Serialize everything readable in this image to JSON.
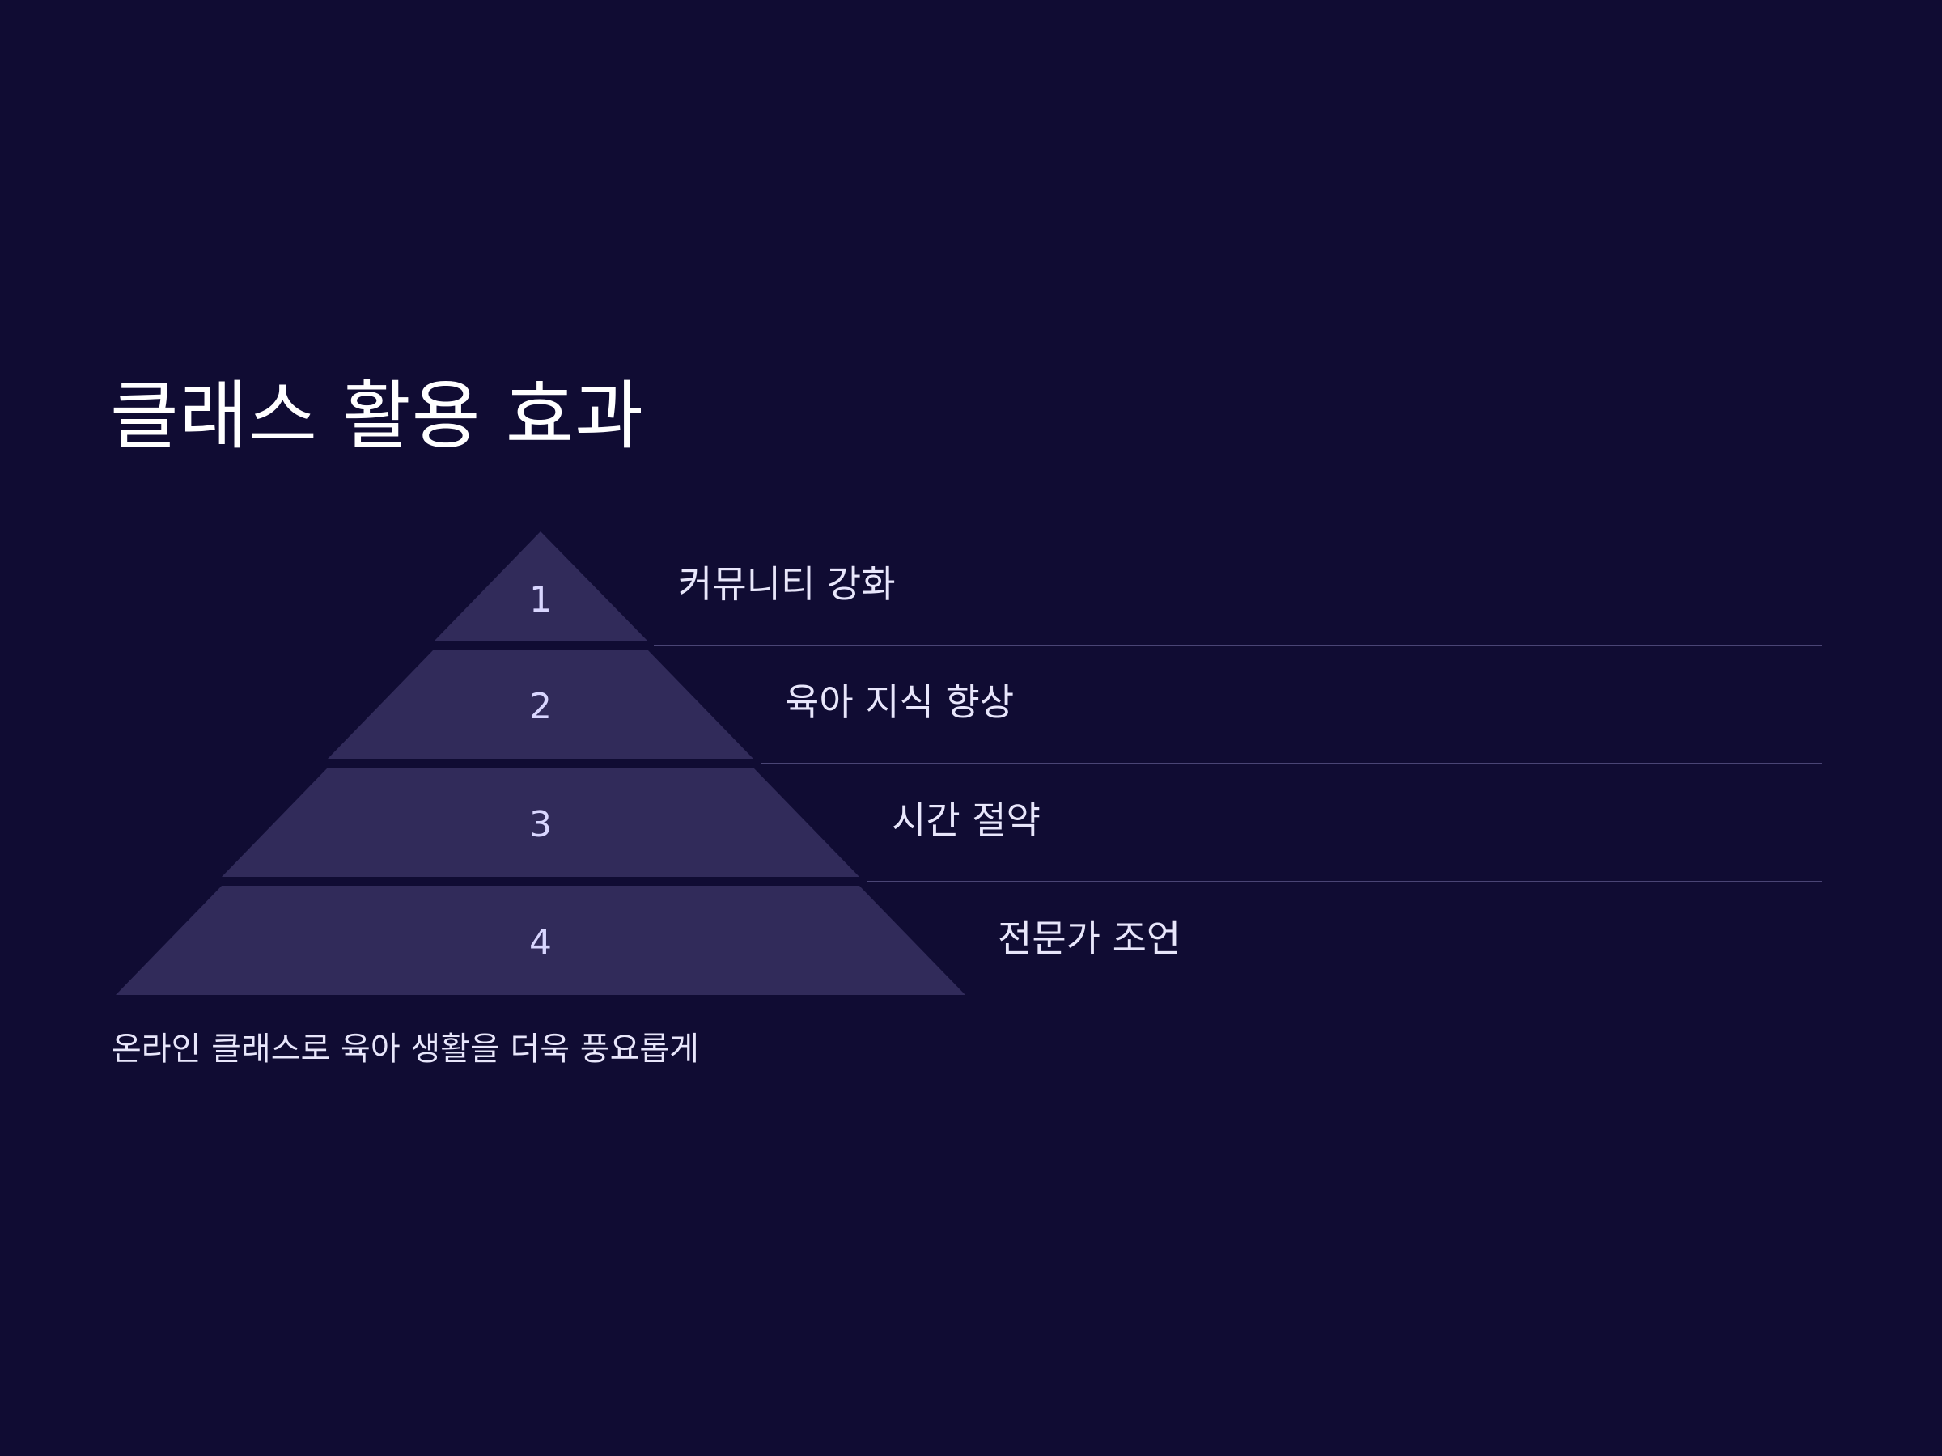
{
  "slide": {
    "title": "클래스 활용 효과",
    "subtitle": "온라인 클래스로 육아 생활을 더욱 풍요롭게"
  },
  "pyramid": {
    "tiers": [
      {
        "number": "1",
        "label": "커뮤니티 강화"
      },
      {
        "number": "2",
        "label": "육아 지식 향상"
      },
      {
        "number": "3",
        "label": "시간 절약"
      },
      {
        "number": "4",
        "label": "전문가 조언"
      }
    ]
  },
  "colors": {
    "background": "#100c33",
    "tier_fill": "#312b5a",
    "divider": "#4a4575",
    "number_text": "#d9d6ff",
    "label_text": "#e8e6fb"
  }
}
